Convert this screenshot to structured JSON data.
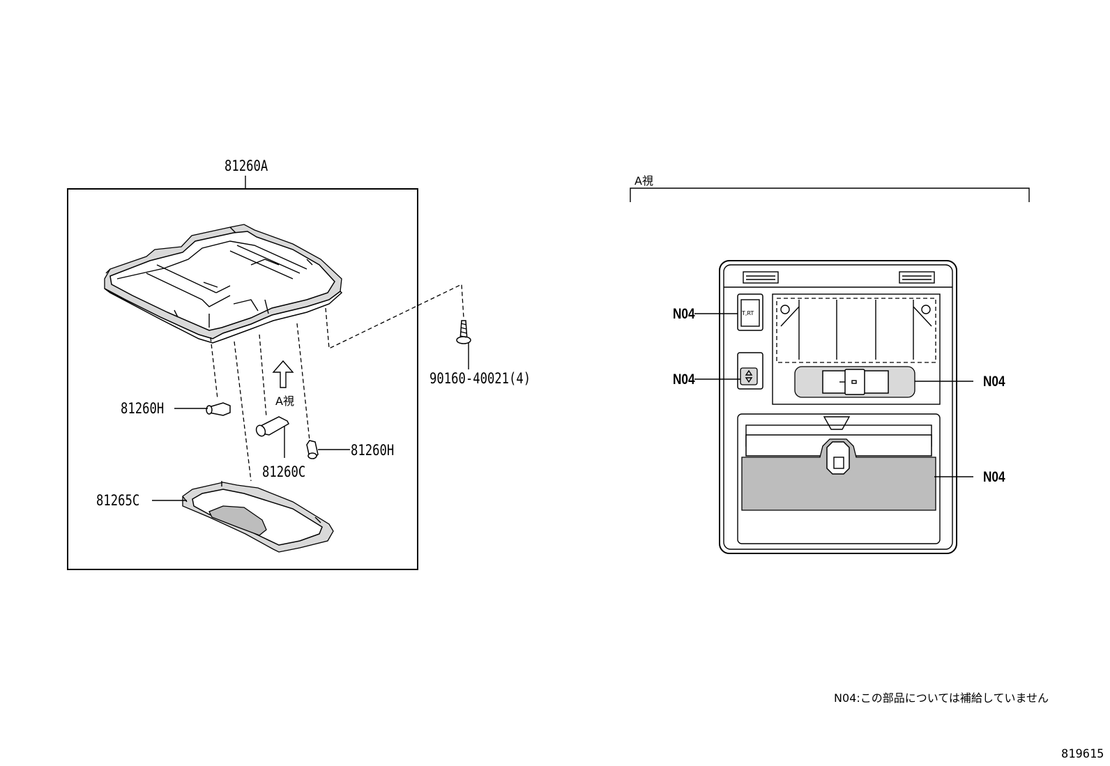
{
  "labels": {
    "assembly": "81260A",
    "bulb_left": "81260H",
    "bulb_right": "81260H",
    "bulb_center": "81260C",
    "lens": "81265C",
    "screw": "90160-40021(4)",
    "view_arrow": "A視",
    "view_title": "A視"
  },
  "callouts": {
    "n04_switch_top": "N04",
    "n04_switch_small": "N04",
    "n04_center": "N04",
    "n04_bottom": "N04",
    "switch_text": "T,RT"
  },
  "footer": {
    "note": "N04:この部品については補給していません",
    "figure_number": "819615"
  }
}
